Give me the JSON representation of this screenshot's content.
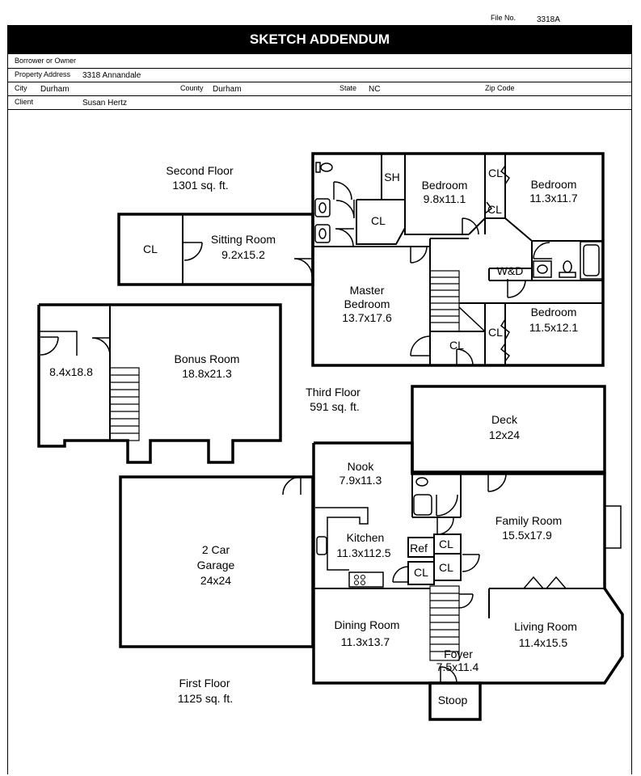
{
  "header": {
    "file_no_label": "File No.",
    "file_no": "3318A",
    "title": "SKETCH ADDENDUM",
    "borrower_label": "Borrower or Owner",
    "borrower": "",
    "address_label": "Property Address",
    "address": "3318 Annandale",
    "city_label": "City",
    "city": "Durham",
    "county_label": "County",
    "county": "Durham",
    "state_label": "State",
    "state": "NC",
    "zip_label": "Zip Code",
    "zip": "",
    "client_label": "Client",
    "client": "Susan Hertz"
  },
  "floors": {
    "second": {
      "name": "Second Floor",
      "area": "1301 sq. ft."
    },
    "third": {
      "name": "Third Floor",
      "area": "591 sq. ft."
    },
    "first": {
      "name": "First Floor",
      "area": "1125 sq. ft."
    }
  },
  "rooms": {
    "sh": "SH",
    "bedroom_a": {
      "name": "Bedroom",
      "dims": "9.8x11.1"
    },
    "bedroom_b": {
      "name": "Bedroom",
      "dims": "11.3x11.7"
    },
    "bedroom_c": {
      "name": "Bedroom",
      "dims": "11.5x12.1"
    },
    "sitting": {
      "name": "Sitting Room",
      "dims": "9.2x15.2"
    },
    "master": {
      "name1": "Master",
      "name2": "Bedroom",
      "dims": "13.7x17.6"
    },
    "wd": "W&D",
    "bonus": {
      "name": "Bonus Room",
      "dims": "18.8x21.3"
    },
    "attic": {
      "dims": "8.4x18.8"
    },
    "deck": {
      "name": "Deck",
      "dims": "12x24"
    },
    "nook": {
      "name": "Nook",
      "dims": "7.9x11.3"
    },
    "garage": {
      "name1": "2 Car",
      "name2": "Garage",
      "dims": "24x24"
    },
    "kitchen": {
      "name": "Kitchen",
      "dims": "11.3x112.5"
    },
    "ref": "Ref",
    "family": {
      "name": "Family Room",
      "dims": "15.5x17.9"
    },
    "dining": {
      "name": "Dining Room",
      "dims": "11.3x13.7"
    },
    "living": {
      "name": "Living Room",
      "dims": "11.4x15.5"
    },
    "foyer": {
      "name": "Foyer",
      "dims": "7.5x11.4"
    },
    "stoop": "Stoop",
    "closet": "CL"
  }
}
